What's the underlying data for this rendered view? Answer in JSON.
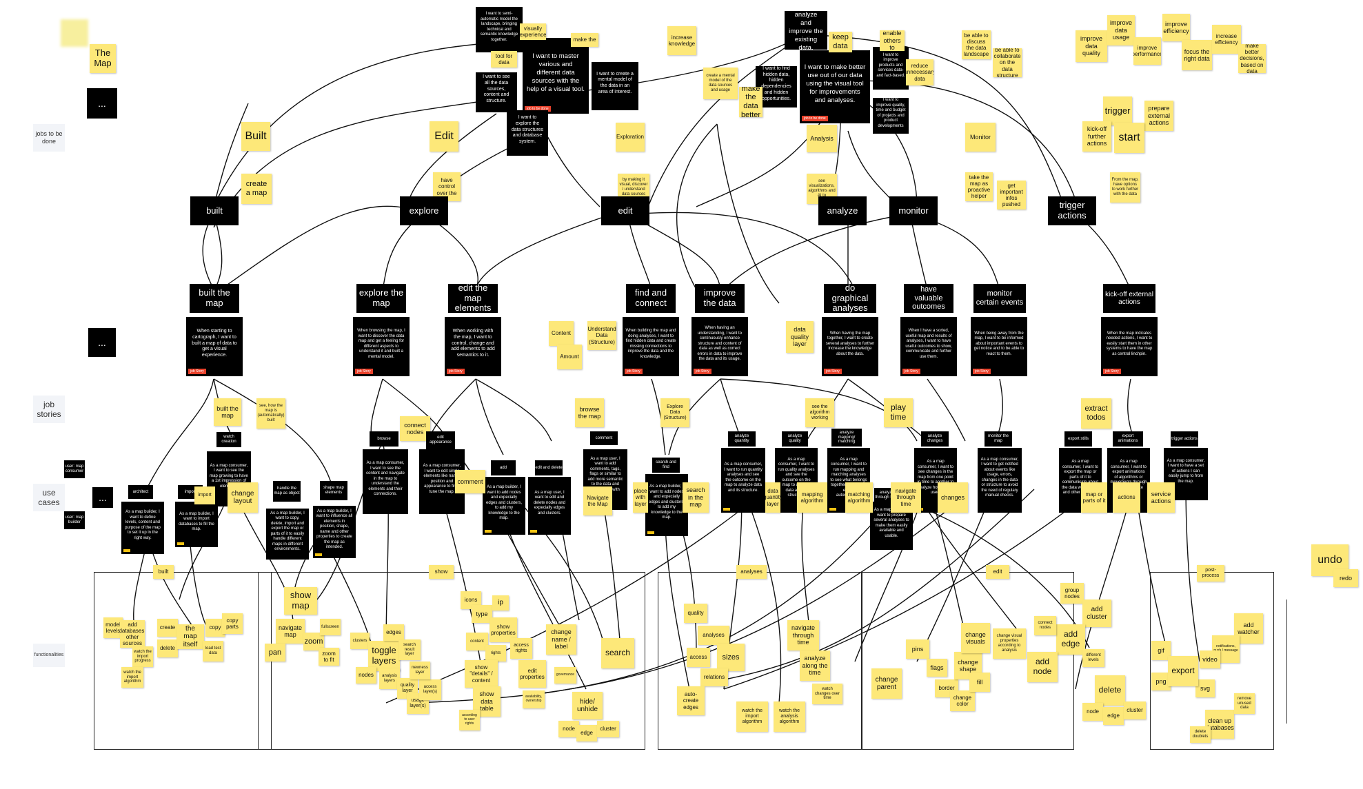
{
  "rows": {
    "jobs": "jobs to be done",
    "stories": "job stories",
    "usecases": "use cases",
    "functionalities": "functionalities"
  },
  "map_note": "The Map",
  "ellipsis": "...",
  "roles": [
    "user: map consumer",
    "user: map builder"
  ],
  "tags": {
    "job": "job to be done",
    "story": "job Story"
  },
  "jobs": [
    "I want to semi-automatic model the landscape, bringing technical and semantic knowledge together.",
    "I want to master various and different data sources with the help of a visual tool.",
    "I want to see all the data sources, content and structure.",
    "I want to explore the data structures and database system.",
    "I want to create a mental model of the data in an area of interest.",
    "I want to analyze and improve the existing data.",
    "I want to find hidden data, hidden dependencies and hidden opportunities.",
    "I want to make better use out of our data using the visual tool for improvements and analyses.",
    "I want to improve products and services data- and fact-based.",
    "I want to improve quality, time and budget of projects and product developments"
  ],
  "top_notes": [
    "Built",
    "create a map",
    "Edit",
    "Exploration",
    "increase knowledge",
    "keep data",
    "enable others to",
    "reduce unnecessary data",
    "make the data better",
    "Analysis",
    "Monitor",
    "be able to discuss the data landscape",
    "be able to collaborate on the data structure",
    "improve data quality",
    "improve data usage",
    "improve performance",
    "improve efficiency",
    "focus the right data",
    "increase efficiency",
    "make better decisions, based on data",
    "trigger",
    "prepare external actions",
    "kick-off further actions",
    "start",
    "take the map as proactive helper",
    "get important infos pushed",
    "From the map, have options to work further with the data",
    "visually experience",
    "tool for data",
    "make the",
    "by making it visual, discover / understand data sources",
    "have control over the",
    "create a mental model of the data sources and usage",
    "see visualizations, algorithms and AI to"
  ],
  "main_jobs": [
    "built",
    "explore",
    "edit",
    "analyze",
    "monitor",
    "trigger actions"
  ],
  "sub_jobs": [
    "built the map",
    "explore the map",
    "edit the map elements",
    "find and connect",
    "improve the data",
    "do graphical analyses",
    "have valuable outcomes",
    "monitor certain events",
    "kick-off external actions"
  ],
  "stories": [
    "When starting to cartograph, I want to built a map of data to get a visual experience.",
    "When browsing the map, I want to discover the data map and get a feeling for different aspects to understand it and built a mental model.",
    "When working with the map, I want to control, change and add elements to add semantics to it.",
    "When building the map and doing analyses, I want to find hidden data and create missing connections to improve the data and the knowledge.",
    "When having an understanding, I want to continuously enhance structure and content of data as well as correct errors in data to improve the data and its usage.",
    "When having the map together, I want to create several analyses to further increase the knowledge about the data.",
    "When I have a sorted, useful map and results of analyses, I want to have useful outcomes to show, communicate and further use them.",
    "When being away from the map, I want to be informed about important events to get notice and to be able to react to them.",
    "When the map indicates needed actions, I want to easily start them in other systems to have the map as central linchpin."
  ],
  "story_side_notes": [
    "Content",
    "Understand Data (Structure)",
    "Amount",
    "data quality layer",
    "built the map",
    "see, how the map is (automatically) built",
    "connect nodes",
    "browse the map",
    "Explore Data (Structure)",
    "see the algorithm working",
    "play time",
    "extract todos"
  ],
  "usecases": [
    {
      "label": "watch creation",
      "text": "As a map consumer, I want to see the map growing to have a 1st impression of elements."
    },
    {
      "label": "architect",
      "text": "As a map builder, I want to define levels, content and purpose of the map to set it up in the right way."
    },
    {
      "label": "import",
      "text": "As a map builder, I want to import databases to fill the map."
    },
    {
      "label": "handle the map as object",
      "text": "As a map builder, I want to copy, delete, import and export the map or parts of it to easily handle different maps in different environments."
    },
    {
      "label": "shape map elements",
      "text": "As a map builder, I want to influence all elements in position, shape, name and other properties to create the map as intended."
    },
    {
      "label": "browse",
      "text": "As a map consumer, I want to see the content and navigate in the map to understand the elements and their connections."
    },
    {
      "label": "edit appearance",
      "text": "As a map consumer, I want to edit single elements like name, position and appearance to fine-tune the map."
    },
    {
      "label": "add",
      "text": "As a map builder, I want to add nodes and expecially edges and clusters, to add my knowledge to the map."
    },
    {
      "label": "edit and delete",
      "text": "As a map user, I want to edit and delete nodes and expecially edges and clusters."
    },
    {
      "label": "comment",
      "text": "As a map user, I want to add comments, tags, flags or similar to add more semantic to the data and collaborate with others."
    },
    {
      "label": "search and find",
      "text": "As a map builder, I want to add nodes and expecially edges and clusters, to add my knowledge to the map."
    },
    {
      "label": "analyze quantity",
      "text": "As a map consumer, I want to run quantity analyses and see the outcome on the map to analyze data and its structure."
    },
    {
      "label": "analyze quality",
      "text": "As a map consumer, I want to run quality analyses and see the outcome on the map to analyze data and its structure."
    },
    {
      "label": "analyze mapping/ matching",
      "text": "As a map consumer, I want to run mapping and matching analyses to see what belongs together and create edges automatically."
    },
    {
      "label": "analyze changes",
      "text": "As a map consumer, I want to see changes in the map from one point in time to another to analyze how data is used."
    },
    {
      "label": "monitor the map",
      "text": "As a map consumer, I want to get notified about events like usage, errors, changes in the data or structure to avoid the need of regulary manual checks."
    },
    {
      "label": "export stills",
      "text": "As a map consumer, I want to export the map or parts of it to communicate about the data with people and other systems."
    },
    {
      "label": "export animations",
      "text": "As a map consumer, I want to export animations of algorithms or movements through time to illustrate analyses."
    },
    {
      "label": "trigger actions",
      "text": "As a map consumer, I want to have a set of actions I can easily jump to from the map."
    },
    {
      "label": "analyze through time",
      "text": "As a map creator, I want to prepare several analyses to make them easily available and usable."
    }
  ],
  "usecase_side_notes": [
    "change layout",
    "import",
    "Navigate the Map",
    "place with layer",
    "search in the map",
    "comment",
    "data quantity layer",
    "mapping algorithm",
    "matching algorithm",
    "navigate through time",
    "changes",
    "map or parts of it",
    "actions",
    "service actions",
    "undo",
    "redo"
  ],
  "sections": [
    "built",
    "show",
    "analyses",
    "edit",
    "post-process"
  ],
  "functionalities": [
    "model levels",
    "add databases, other sources",
    "watch the import progress",
    "watch the import algorithm",
    "create",
    "delete",
    "the map itself",
    "copy",
    "copy parts",
    "load test data",
    "show map",
    "navigate map",
    "pan",
    "zoom",
    "zoom to fit",
    "fullscreen",
    "clusters",
    "toggle layers",
    "nodes",
    "analysis layers",
    "quality layer",
    "usage layer(s)",
    "access layer(s)",
    "newness layer",
    "edges",
    "search result layer",
    "icons",
    "type",
    "show properties",
    "content",
    "rights",
    "access rights",
    "show \"details\" / content",
    "edit properties",
    "change name / label",
    "hide/ unhide",
    "node",
    "edge",
    "cluster",
    "show data table",
    "search",
    "according to user rights",
    "governance",
    "availability, ownership",
    "ip",
    "quality",
    "analyses",
    "access",
    "sizes",
    "relations",
    "auto-create edges",
    "watch the import algorithm",
    "navigate through time",
    "analyze along the time",
    "watch the analysis algorithm",
    "watch changes over time",
    "pins",
    "flags",
    "border",
    "change shape",
    "change color",
    "change visuals",
    "fill",
    "change visual properties according to analysis",
    "change parent",
    "group nodes",
    "add cluster",
    "add edge",
    "add node",
    "connect nodes",
    "different levels",
    "delete",
    "node",
    "edge",
    "cluster",
    "add watcher",
    "notifications, push / message",
    "gif",
    "video",
    "png",
    "svg",
    "export",
    "clean up databases",
    "delete doublets",
    "remove unused data"
  ]
}
